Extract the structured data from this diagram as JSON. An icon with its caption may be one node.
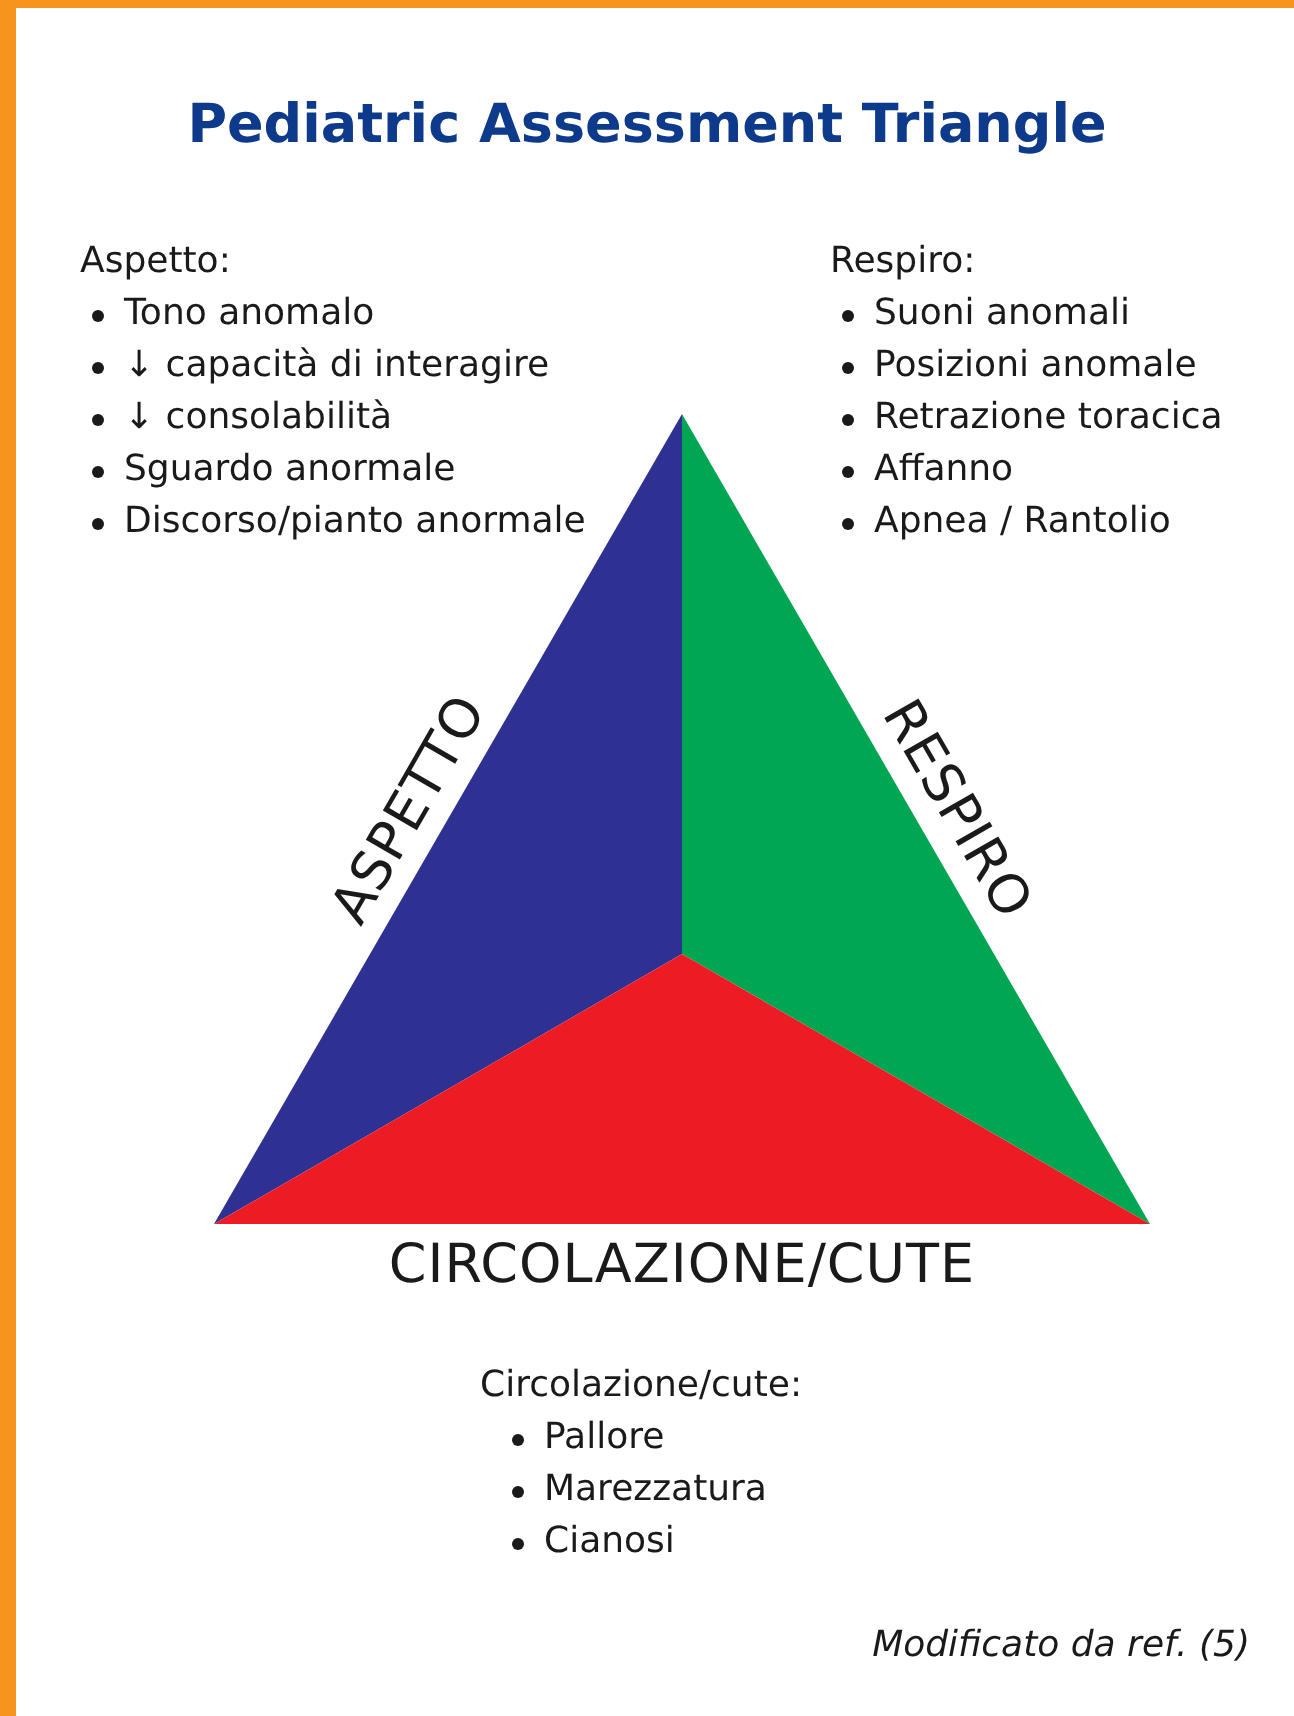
{
  "diagram": {
    "title": "Pediatric Assessment Triangle",
    "caption": "Modificato da ref. (5)",
    "labels": [
      "Aspetto:",
      "Tono anomalo",
      "↓ capacità di interagire",
      "↓ consolabilità",
      "Sguardo anormale",
      "Discorso/pianto anormale",
      "Respiro:",
      "Suoni anomali",
      "Posizioni anomale",
      "Retrazione toracica",
      "Affanno",
      "Apnea / Rantolio",
      "ASPETTO",
      "RESPIRO",
      "CIRCOLAZIONE/CUTE",
      "Circolazione/cute:",
      "Pallore",
      "Marezzatura",
      "Cianosi"
    ]
  }
}
